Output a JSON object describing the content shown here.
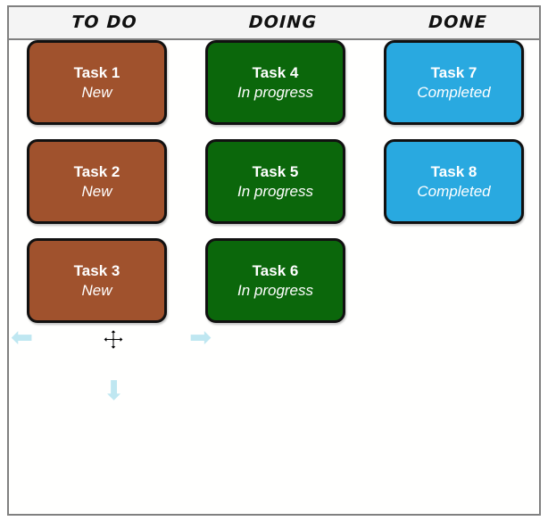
{
  "board": {
    "columns": [
      {
        "id": "todo",
        "header": "TO DO",
        "color": "#a0522d",
        "cards": [
          {
            "title": "Task 1",
            "status": "New"
          },
          {
            "title": "Task 2",
            "status": "New"
          },
          {
            "title": "Task 3",
            "status": "New"
          }
        ]
      },
      {
        "id": "doing",
        "header": "DOING",
        "color": "#0b670b",
        "cards": [
          {
            "title": "Task 4",
            "status": "In progress"
          },
          {
            "title": "Task 5",
            "status": "In progress"
          },
          {
            "title": "Task 6",
            "status": "In progress"
          }
        ]
      },
      {
        "id": "done",
        "header": "DONE",
        "color": "#29a9e0",
        "cards": [
          {
            "title": "Task 7",
            "status": "Completed"
          },
          {
            "title": "Task 8",
            "status": "Completed"
          }
        ]
      }
    ]
  },
  "overlay": {
    "drag_arrow_left": "⬅",
    "drag_arrow_right": "➡",
    "drag_arrow_down": "⬇",
    "arrow_color": "#bfe7f1",
    "cursor_type": "move-cursor"
  },
  "frame": {
    "border_color": "#808080",
    "header_background": "#f4f4f4",
    "body_background": "#fffffe"
  }
}
